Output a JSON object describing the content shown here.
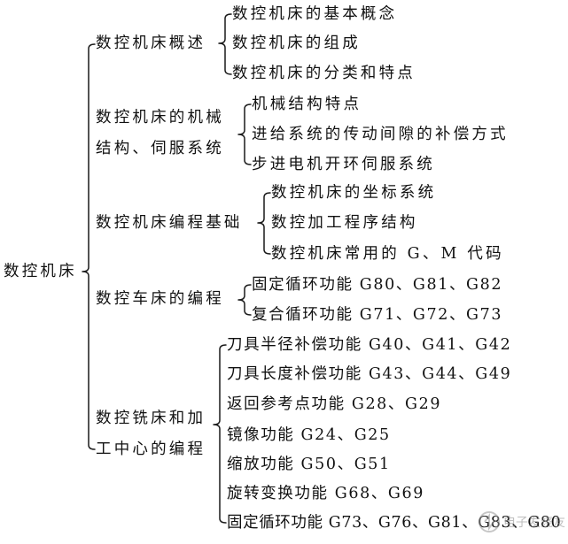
{
  "root": "数控机床",
  "groups": [
    {
      "title_lines": [
        "数控机床概述"
      ],
      "items": [
        "数控机床的基本概念",
        "数控机床的组成",
        "数控机床的分类和特点"
      ]
    },
    {
      "title_lines": [
        "数控机床的机械",
        "结构、伺服系统"
      ],
      "items": [
        "机械结构特点",
        "进给系统的传动间隙的补偿方式",
        "步进电机开环伺服系统"
      ]
    },
    {
      "title_lines": [
        "数控机床编程基础"
      ],
      "items": [
        "数控机床的坐标系统",
        "数控加工程序结构",
        "数控机床常用的 G、M 代码"
      ]
    },
    {
      "title_lines": [
        "数控车床的编程"
      ],
      "items": [
        "固定循环功能 G80、G81、G82",
        "复合循环功能 G71、G72、G73"
      ]
    },
    {
      "title_lines": [
        "数控铣床和加",
        "工中心的编程"
      ],
      "items": [
        "刀具半径补偿功能 G40、G41、G42",
        "刀具长度补偿功能 G43、G44、G49",
        "返回参考点功能 G28、G29",
        "镜像功能 G24、G25",
        "缩放功能 G50、G51",
        "旋转变换功能 G68、G69",
        "固定循环功能 G73、G76、G81、G83、G80"
      ]
    }
  ],
  "watermark": "电子发烧友"
}
